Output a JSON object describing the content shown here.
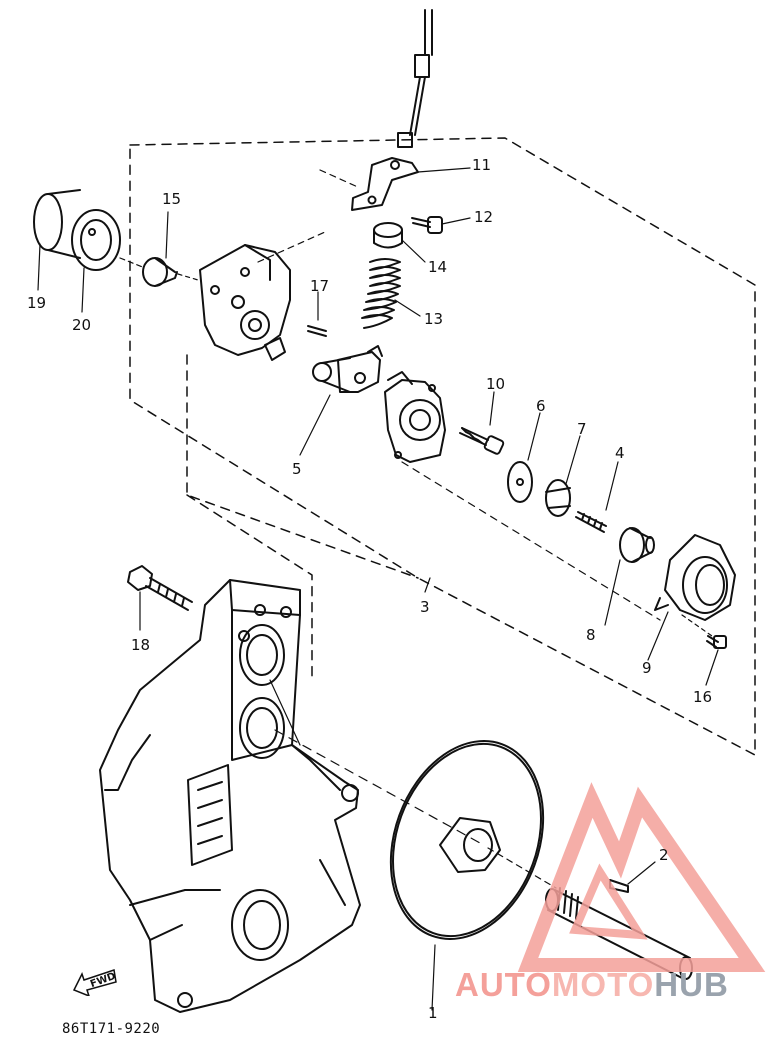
{
  "diagram": {
    "part_code": "86T171-9220",
    "fwd_label": "FWD",
    "callouts": {
      "c1": "1",
      "c2": "2",
      "c3": "3",
      "c4": "4",
      "c5": "5",
      "c6": "6",
      "c7": "7",
      "c8": "8",
      "c9": "9",
      "c10": "10",
      "c11": "11",
      "c12": "12",
      "c13": "13",
      "c14": "14",
      "c15": "15",
      "c16": "16",
      "c17": "17",
      "c18": "18",
      "c19": "19",
      "c20": "20"
    }
  },
  "watermark": {
    "part1": "AUTO",
    "part2": "MOTO",
    "part3": "HUB",
    "colors": {
      "red": "#f4a09a",
      "gray": "#9aa3ad"
    }
  }
}
